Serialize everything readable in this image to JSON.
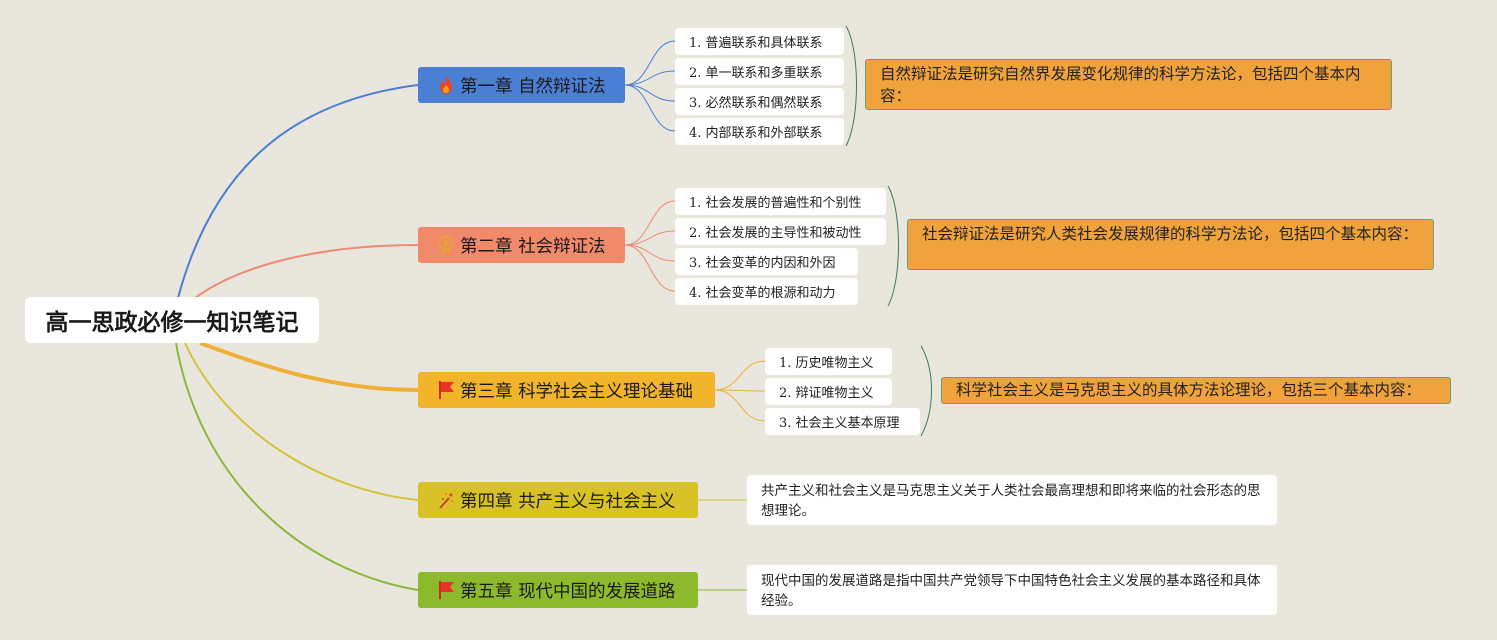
{
  "root": {
    "title": "高一思政必修一知识笔记"
  },
  "chapters": [
    {
      "title": "第一章 自然辩证法",
      "icon": "fire-icon",
      "color": "#4a7fd4",
      "line": "#4a7fd4",
      "items": [
        "1. 普遍联系和具体联系",
        "2. 单一联系和多重联系",
        "3. 必然联系和偶然联系",
        "4. 内部联系和外部联系"
      ],
      "summary": "自然辩证法是研究自然界发展变化规律的科学方法论，包括四个基本内容："
    },
    {
      "title": "第二章 社会辩证法",
      "icon": "medal-icon",
      "color": "#f2896a",
      "line": "#ef8a72",
      "items": [
        "1. 社会发展的普遍性和个别性",
        "2. 社会发展的主导性和被动性",
        "3. 社会变革的内因和外因",
        "4. 社会变革的根源和动力"
      ],
      "summary": "社会辩证法是研究人类社会发展规律的科学方法论，包括四个基本内容："
    },
    {
      "title": "第三章 科学社会主义理论基础",
      "icon": "flag-icon",
      "color": "#f1b42a",
      "line": "#eeb038",
      "items": [
        "1. 历史唯物主义",
        "2. 辩证唯物主义",
        "3. 社会主义基本原理"
      ],
      "summary": "科学社会主义是马克思主义的具体方法论理论，包括三个基本内容："
    },
    {
      "title": "第四章 共产主义与社会主义",
      "icon": "sparkle-icon",
      "color": "#d8c226",
      "line": "#d4c23a",
      "note": "共产主义和社会主义是马克思主义关于人类社会最高理想和即将来临的社会形态的思想理论。"
    },
    {
      "title": "第五章 现代中国的发展道路",
      "icon": "flag-icon",
      "color": "#8dba2c",
      "line": "#8db73a",
      "note": "现代中国的发展道路是指中国共产党领导下中国特色社会主义发展的基本路径和具体经验。"
    }
  ]
}
